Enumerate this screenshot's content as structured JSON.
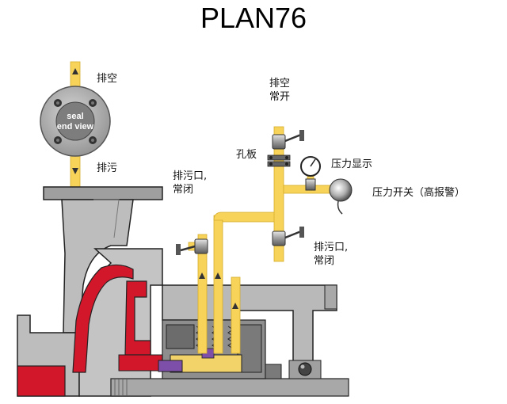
{
  "title": "PLAN76",
  "seal_view": {
    "line1": "seal",
    "line2": "end view",
    "top_label": "排空",
    "bottom_label": "排污"
  },
  "labels": {
    "vent": [
      "排空",
      "常开"
    ],
    "orifice": "孔板",
    "pressure_gauge": "压力显示",
    "pressure_switch": "压力开关（高报警）",
    "drain_left": [
      "排污口,",
      "常闭"
    ],
    "drain_right": [
      "排污口,",
      "常闭"
    ]
  },
  "colors": {
    "pipe": "#f7d35a",
    "pipe_edge": "#d6ad2a",
    "pump_gray": "#b9b9b9",
    "pump_dark": "#2d2d2d",
    "impeller_red": "#d3172b",
    "valve_gray": "#9a9a9a"
  }
}
